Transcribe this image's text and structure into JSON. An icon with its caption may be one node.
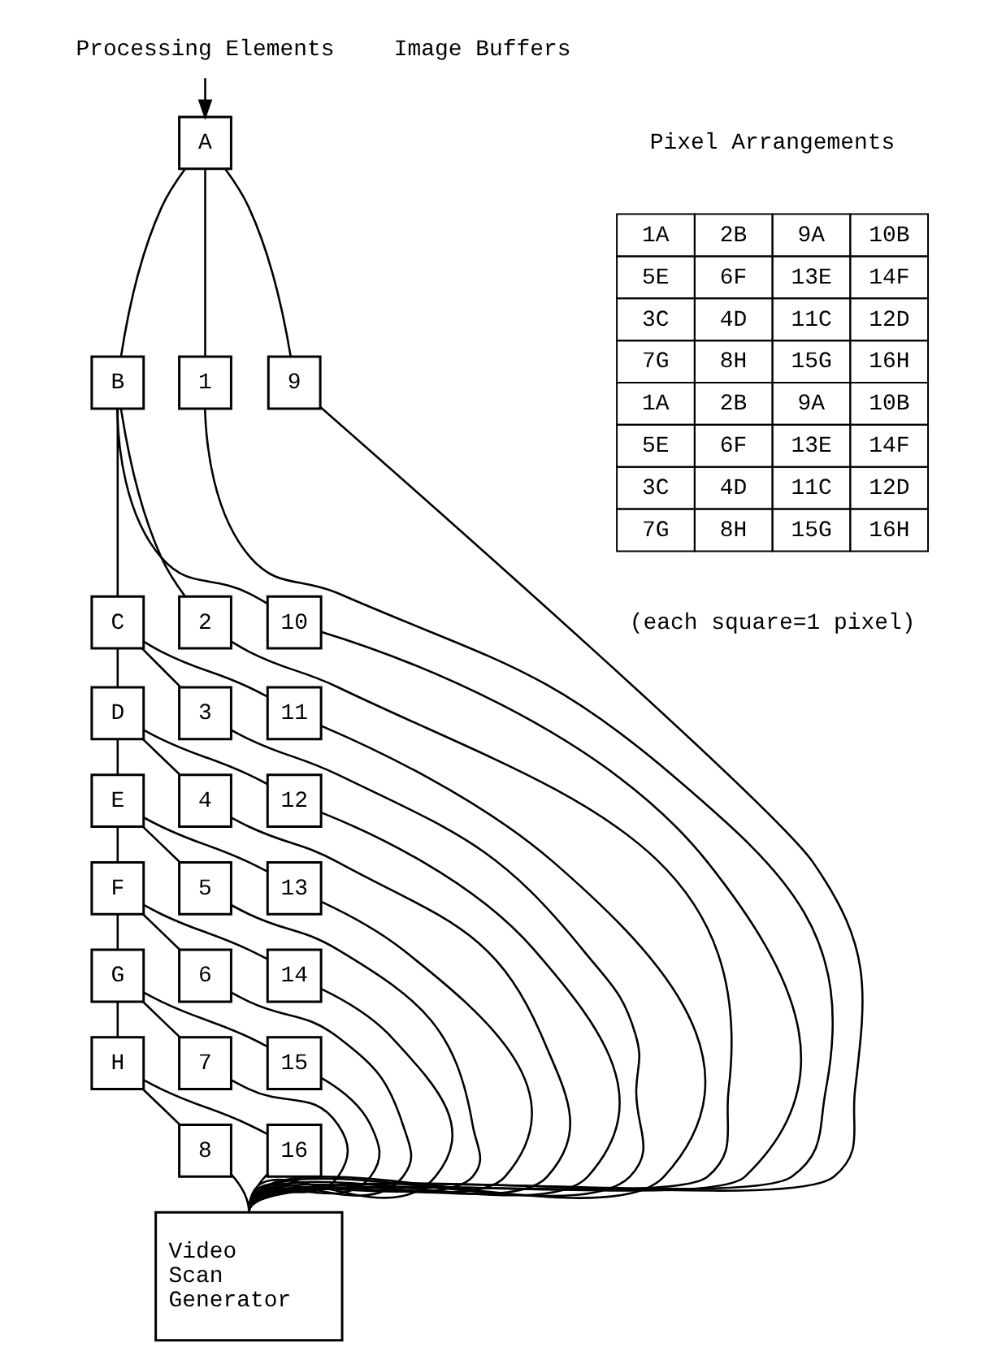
{
  "diagram": {
    "nodes": [
      {
        "text": [
          "Processing Elements"
        ]
      },
      {
        "text": [
          "A"
        ]
      },
      {
        "text": [
          "1"
        ]
      },
      {
        "text": [
          "9"
        ]
      },
      {
        "text": [
          "B"
        ]
      },
      {
        "text": [
          "2"
        ]
      },
      {
        "text": [
          "10"
        ]
      },
      {
        "text": [
          "C"
        ]
      },
      {
        "text": [
          "3"
        ]
      },
      {
        "text": [
          "11"
        ]
      },
      {
        "text": [
          "D"
        ]
      },
      {
        "text": [
          "4"
        ]
      },
      {
        "text": [
          "12"
        ]
      },
      {
        "text": [
          "E"
        ]
      },
      {
        "text": [
          "5"
        ]
      },
      {
        "text": [
          "13"
        ]
      },
      {
        "text": [
          "F"
        ]
      },
      {
        "text": [
          "6"
        ]
      },
      {
        "text": [
          "14"
        ]
      },
      {
        "text": [
          "G"
        ]
      },
      {
        "text": [
          "7"
        ]
      },
      {
        "text": [
          "15"
        ]
      },
      {
        "text": [
          "H"
        ]
      },
      {
        "text": [
          "8"
        ]
      },
      {
        "text": [
          "16"
        ]
      },
      {
        "text": [
          "Video Scan Generator"
        ]
      }
    ],
    "edges": [
      {
        "from": 0,
        "to": 1,
        "arrow": "to"
      },
      {
        "from": 1,
        "to": 4,
        "arrow": "none"
      },
      {
        "from": 4,
        "to": 7,
        "arrow": "none"
      },
      {
        "from": 7,
        "to": 10,
        "arrow": "none"
      },
      {
        "from": 10,
        "to": 13,
        "arrow": "none"
      },
      {
        "from": 13,
        "to": 16,
        "arrow": "none"
      },
      {
        "from": 16,
        "to": 19,
        "arrow": "none"
      },
      {
        "from": 19,
        "to": 22,
        "arrow": "none"
      },
      {
        "from": 1,
        "to": 2,
        "arrow": "none"
      },
      {
        "from": 1,
        "to": 3,
        "arrow": "none"
      },
      {
        "from": 4,
        "to": 5,
        "arrow": "none"
      },
      {
        "from": 4,
        "to": 6,
        "arrow": "none"
      },
      {
        "from": 7,
        "to": 8,
        "arrow": "none"
      },
      {
        "from": 7,
        "to": 9,
        "arrow": "none"
      },
      {
        "from": 10,
        "to": 11,
        "arrow": "none"
      },
      {
        "from": 10,
        "to": 12,
        "arrow": "none"
      },
      {
        "from": 13,
        "to": 14,
        "arrow": "none"
      },
      {
        "from": 13,
        "to": 15,
        "arrow": "none"
      },
      {
        "from": 16,
        "to": 17,
        "arrow": "none"
      },
      {
        "from": 16,
        "to": 18,
        "arrow": "none"
      },
      {
        "from": 19,
        "to": 20,
        "arrow": "none"
      },
      {
        "from": 19,
        "to": 21,
        "arrow": "none"
      },
      {
        "from": 22,
        "to": 23,
        "arrow": "none"
      },
      {
        "from": 22,
        "to": 24,
        "arrow": "none"
      },
      {
        "from": 2,
        "to": 25,
        "arrow": "none"
      },
      {
        "from": 3,
        "to": 25,
        "arrow": "none"
      },
      {
        "from": 5,
        "to": 25,
        "arrow": "none"
      },
      {
        "from": 6,
        "to": 25,
        "arrow": "none"
      },
      {
        "from": 8,
        "to": 25,
        "arrow": "none"
      },
      {
        "from": 9,
        "to": 25,
        "arrow": "none"
      },
      {
        "from": 11,
        "to": 25,
        "arrow": "none"
      },
      {
        "from": 12,
        "to": 25,
        "arrow": "none"
      },
      {
        "from": 14,
        "to": 25,
        "arrow": "none"
      },
      {
        "from": 15,
        "to": 25,
        "arrow": "none"
      },
      {
        "from": 17,
        "to": 25,
        "arrow": "none"
      },
      {
        "from": 18,
        "to": 25,
        "arrow": "none"
      },
      {
        "from": 20,
        "to": 25,
        "arrow": "none"
      },
      {
        "from": 21,
        "to": 25,
        "arrow": "none"
      },
      {
        "from": 23,
        "to": 25,
        "arrow": "none"
      },
      {
        "from": 24,
        "to": 25,
        "arrow": "none"
      }
    ],
    "labels": [
      "Image Buffers",
      "Pixel Arrangements",
      "1A",
      "2B",
      "9A",
      "10B",
      "5E",
      "6F",
      "13E",
      "14F",
      "3C",
      "4D",
      "11C",
      "12D",
      "7G",
      "8H",
      "15G",
      "16H",
      "1A",
      "2B",
      "9A",
      "10B",
      "5E",
      "6F",
      "13E",
      "14F",
      "3C",
      "4D",
      "11C",
      "12D",
      "7G",
      "8H",
      "15G",
      "16H",
      "(each square=1 pixel)"
    ]
  }
}
